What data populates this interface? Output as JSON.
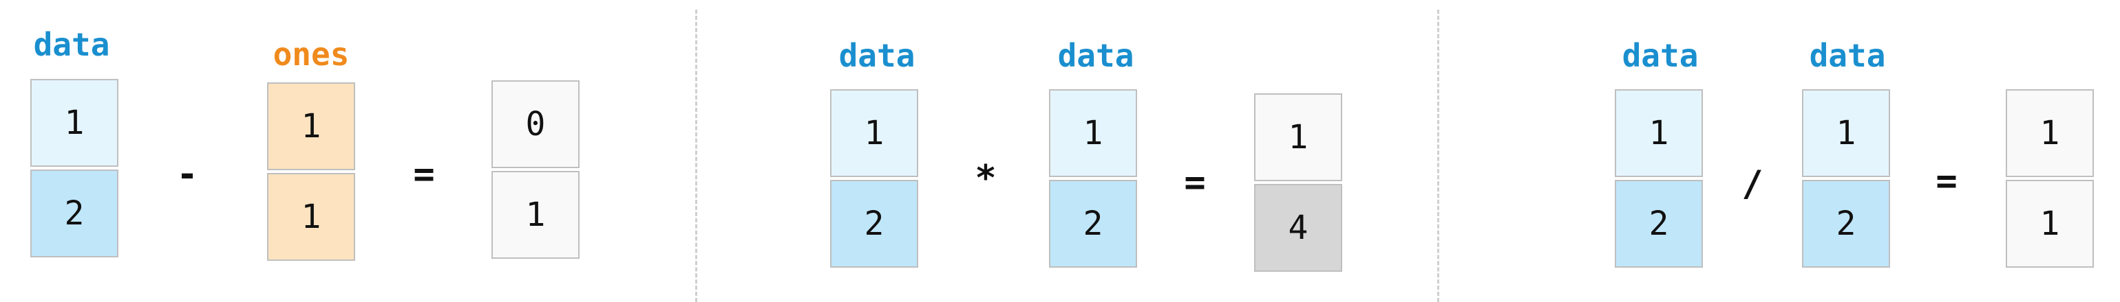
{
  "panels": [
    {
      "left_label": "data",
      "right_label": "ones",
      "operator": "-",
      "equals": "=",
      "left": [
        "1",
        "2"
      ],
      "right": [
        "1",
        "1"
      ],
      "result": [
        "0",
        "1"
      ]
    },
    {
      "left_label": "data",
      "right_label": "data",
      "operator": "*",
      "equals": "=",
      "left": [
        "1",
        "2"
      ],
      "right": [
        "1",
        "2"
      ],
      "result": [
        "1",
        "4"
      ]
    },
    {
      "left_label": "data",
      "right_label": "data",
      "operator": "/",
      "equals": "=",
      "left": [
        "1",
        "2"
      ],
      "right": [
        "1",
        "2"
      ],
      "result": [
        "1",
        "1"
      ]
    }
  ],
  "colors": {
    "data_label": "#1a8fcf",
    "ones_label": "#f08a1c",
    "data_top": "#e5f5fd",
    "data_bottom": "#c0e6fa",
    "ones_fill": "#fde3bf",
    "result_fill": "#f9f9f9",
    "result_highlight": "#d6d6d6",
    "divider": "#cfcfcf"
  }
}
